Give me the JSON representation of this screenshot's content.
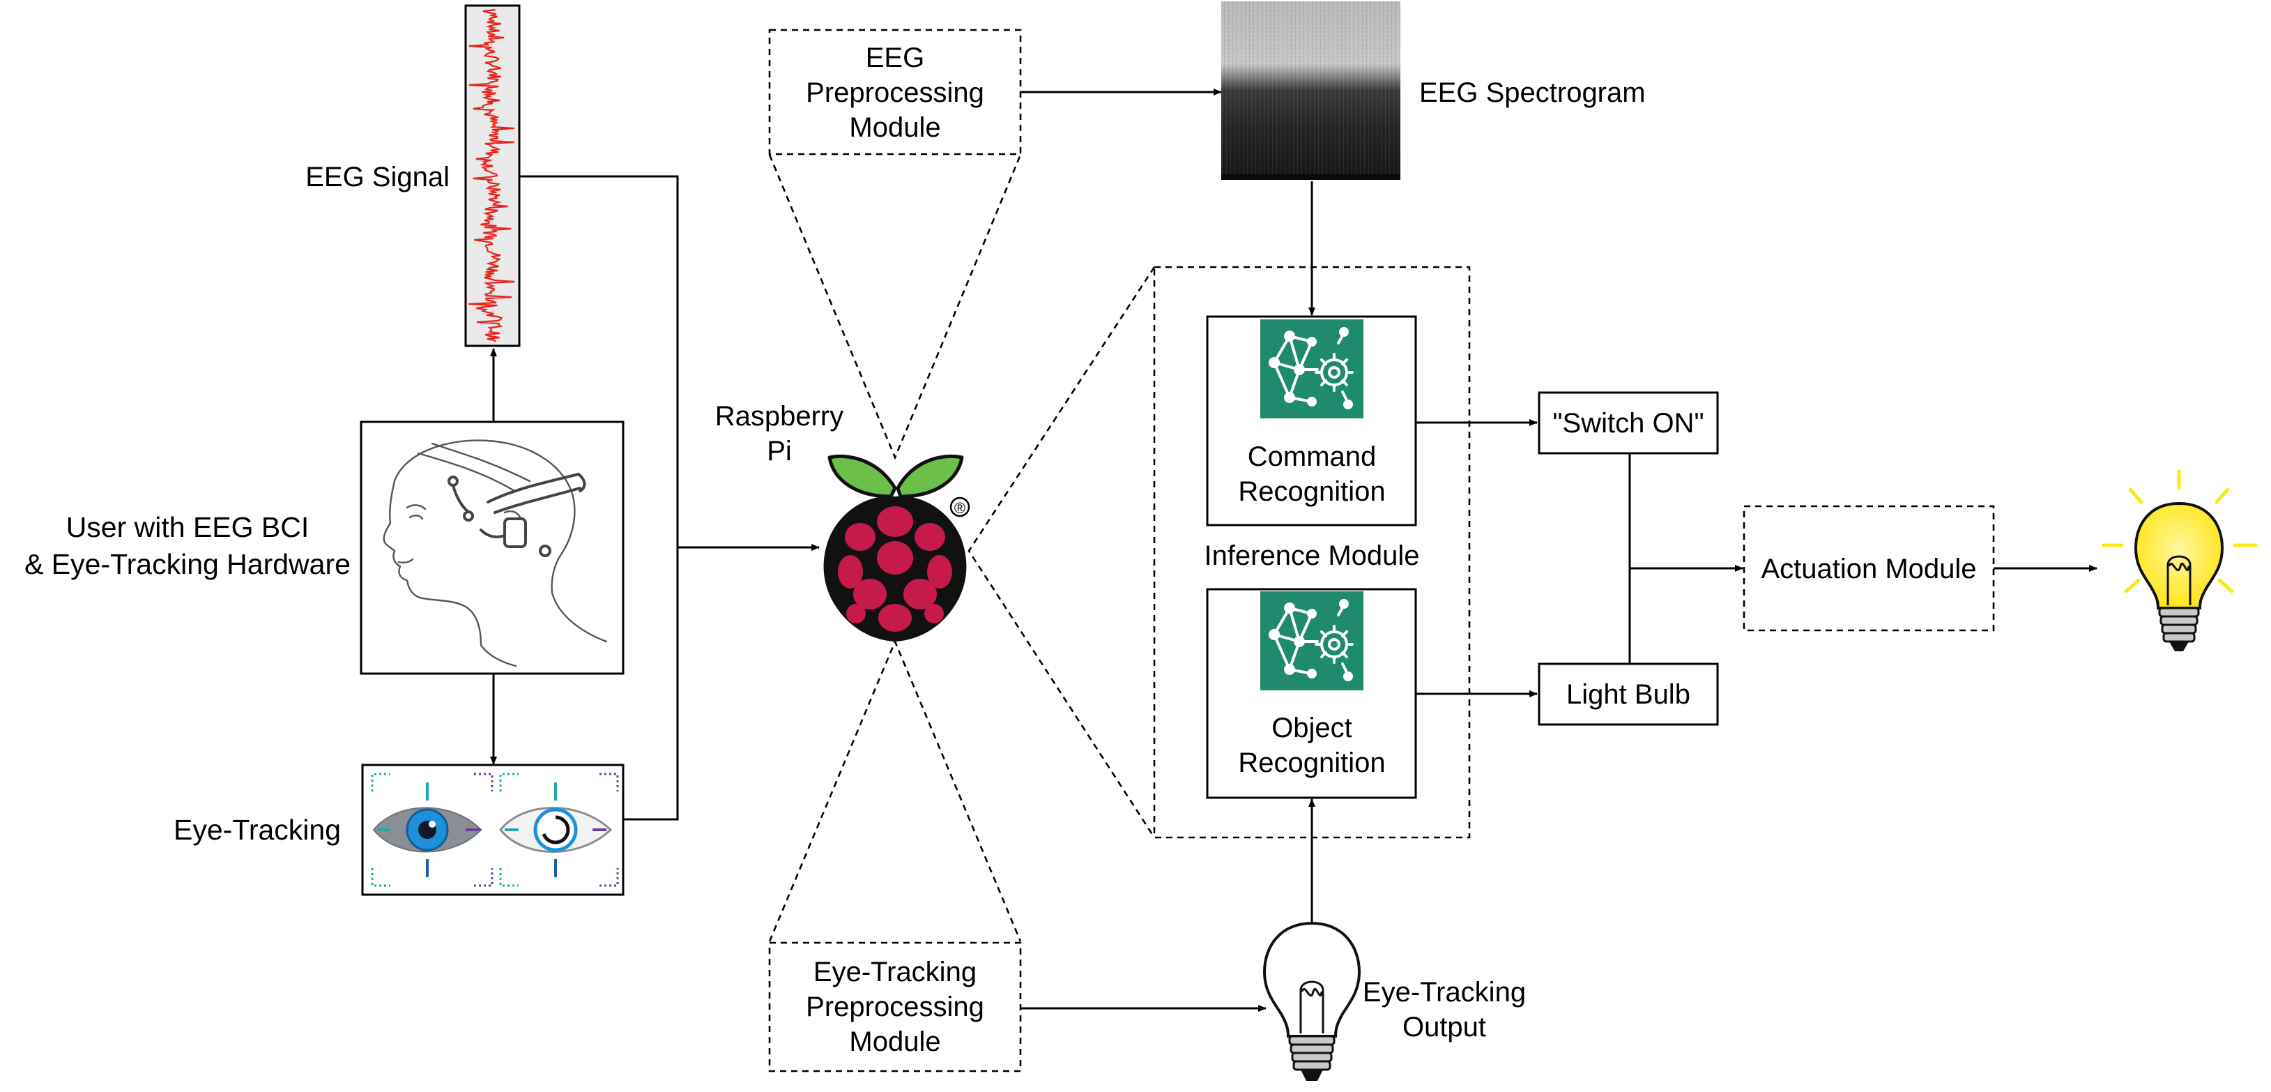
{
  "labels": {
    "eeg_signal": "EEG Signal",
    "user_line1": "User with EEG BCI",
    "user_line2": "& Eye-Tracking Hardware",
    "eye_tracking": "Eye-Tracking",
    "raspberry_line1": "Raspberry",
    "raspberry_line2": "Pi",
    "registered_mark": "®",
    "eeg_pre_line1": "EEG",
    "eeg_pre_line2": "Preprocessing",
    "eeg_pre_line3": "Module",
    "eeg_spectrogram": "EEG Spectrogram",
    "command_line1": "Command",
    "command_line2": "Recognition",
    "inference_module": "Inference Module",
    "object_line1": "Object",
    "object_line2": "Recognition",
    "switch_on": "\"Switch ON\"",
    "light_bulb": "Light Bulb",
    "actuation_module": "Actuation Module",
    "eye_pre_line1": "Eye-Tracking",
    "eye_pre_line2": "Preprocessing",
    "eye_pre_line3": "Module",
    "eye_output_line1": "Eye-Tracking",
    "eye_output_line2": "Output"
  },
  "colors": {
    "eeg_trace": "#e8231b",
    "raspberry_red": "#c51a4a",
    "raspberry_leaf": "#6cc04a",
    "ai_icon_green": "#1f8a6e",
    "bulb_on_yellow": "#ffe619",
    "eye_blue": "#1e8fd8",
    "bracket_teal": "#20a8a8",
    "bracket_purple": "#6a3d9a"
  },
  "icons": {
    "eeg_signal_image": "eeg-waveform",
    "user_image": "head-with-eeg-headset",
    "eye_tracking_image": "eye-tracking-icon",
    "raspberry_pi_logo": "raspberry-pi-logo",
    "spectrogram_image": "spectrogram",
    "ai_model_icon": "neural-network-gear-icon",
    "bulb_off": "light-bulb-off-icon",
    "bulb_on": "light-bulb-on-icon"
  }
}
